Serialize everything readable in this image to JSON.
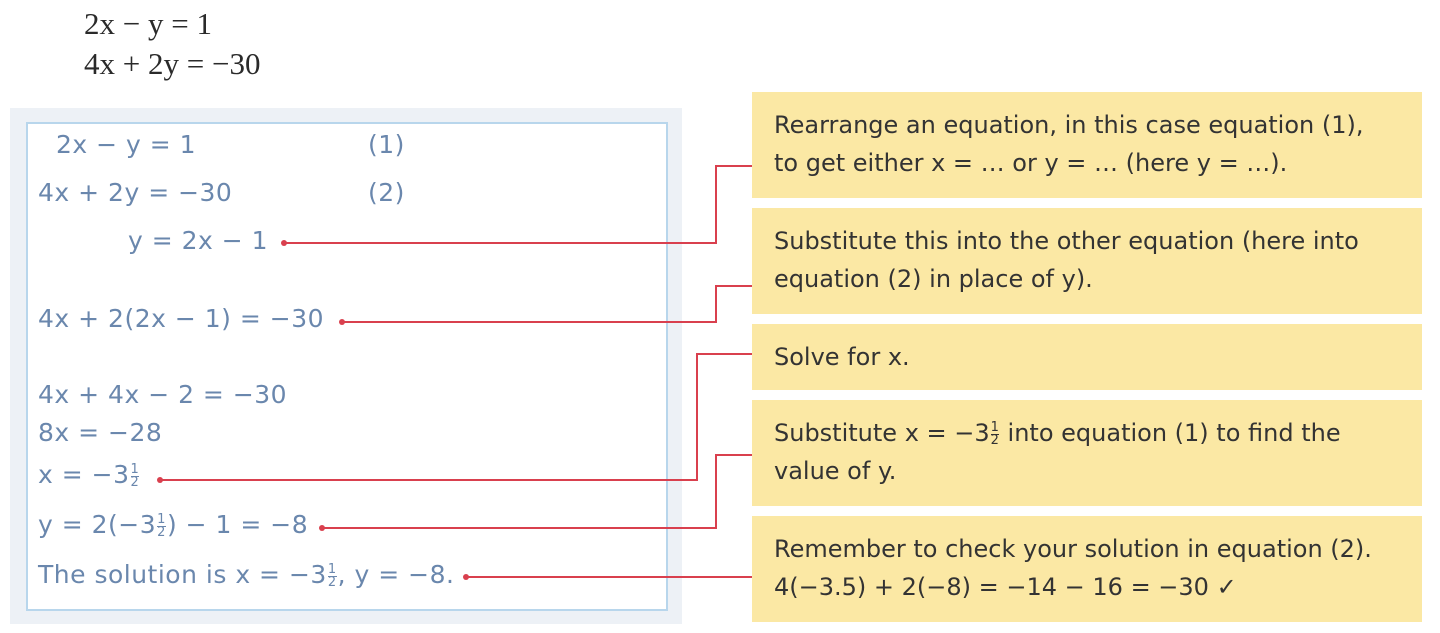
{
  "equations": {
    "line1": "2x − y = 1",
    "line2": "4x + 2y = −30"
  },
  "working": {
    "eq1": "2x − y = 1",
    "eq1_tag": "(1)",
    "eq2": "4x + 2y = −30",
    "eq2_tag": "(2)",
    "rearranged": "y = 2x − 1",
    "substituted": "4x + 2(2x − 1) = −30",
    "expanded": "4x + 4x − 2 = −30",
    "simplified": "8x = −28",
    "x_value_prefix": "x = −3",
    "y_value_prefix": "y = 2(−3",
    "y_value_suffix": ") − 1 = −8",
    "solution_prefix": "The solution is ",
    "solution_x": "x = −3",
    "solution_y": ", y = −8.",
    "half_num": "1",
    "half_den": "2"
  },
  "notes": {
    "n1_line1": "Rearrange an equation, in this case equation (1),",
    "n1_line2": "to get either x = … or y = … (here y = …).",
    "n2_line1": "Substitute this into the other equation (here into",
    "n2_line2": "equation (2) in place of y).",
    "n3_line1": "Solve for x.",
    "n4_line1_a": "Substitute x = −3",
    "n4_line1_b": " into equation (1) to find the",
    "n4_line2": "value of y.",
    "n5_line1": "Remember to check your solution in equation (2).",
    "n5_line2": "4(−3.5) + 2(−8) = −14 − 16 = −30 ✓"
  },
  "colors": {
    "connector": "#d9404e",
    "handwriting": "#6a87ad",
    "note_bg": "#fbe8a4",
    "box_border": "#b8d6ec"
  }
}
